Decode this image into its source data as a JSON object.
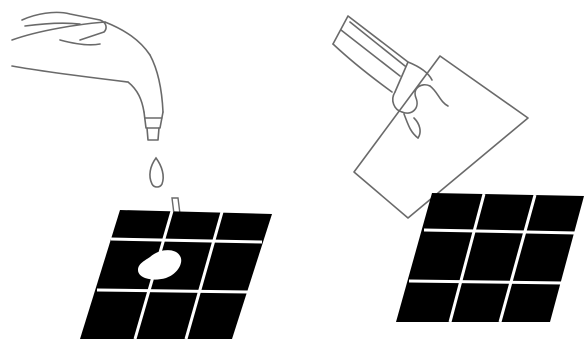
{
  "diagram": {
    "panels": [
      {
        "id": "left",
        "elements": [
          "water-tap",
          "water-drop",
          "black-grid-tile",
          "white-blot"
        ]
      },
      {
        "id": "right",
        "elements": [
          "blotting-paper",
          "hand",
          "black-grid-tile"
        ]
      }
    ],
    "colors": {
      "background": "#ffffff",
      "line": "#6a6a6a",
      "tile": "#000000",
      "tile_grid": "#ffffff",
      "blot": "#ffffff"
    },
    "icons": [
      "tap-icon",
      "drop-icon",
      "paper-icon",
      "hand-icon",
      "grid-tile-icon"
    ]
  }
}
